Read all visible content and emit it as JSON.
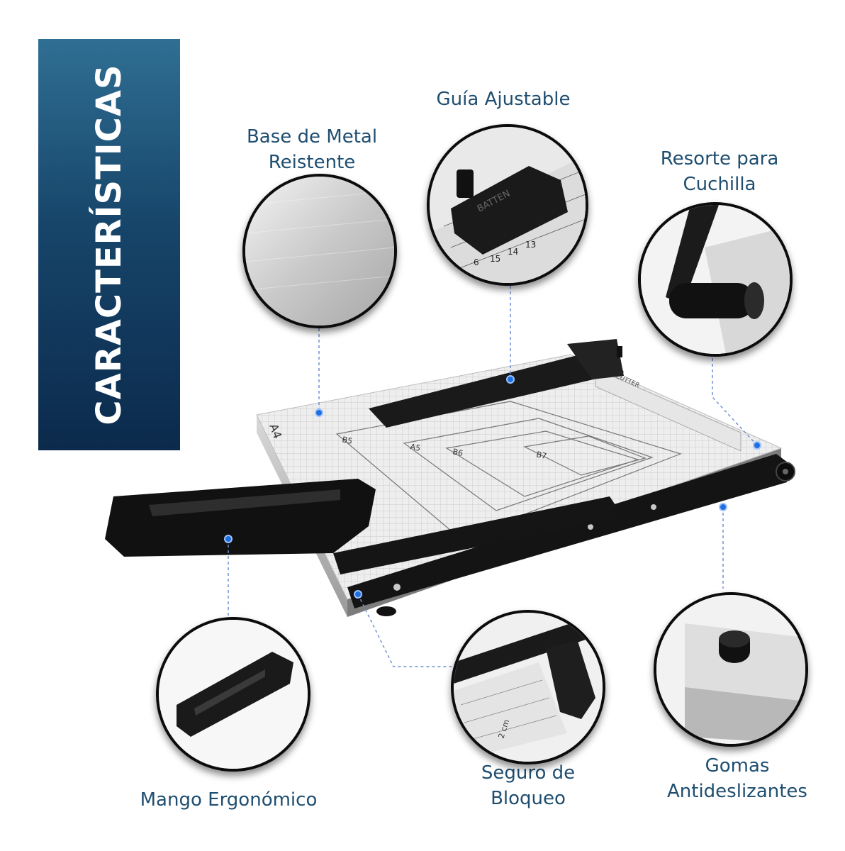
{
  "banner": {
    "title": "CARACTERÍSTICAS",
    "color_top": "#2f6f93",
    "color_bottom": "#0b2a4c"
  },
  "label_color": "#1f4e70",
  "features": {
    "base": {
      "line1": "Base de Metal",
      "line2": "Reistente"
    },
    "guia": {
      "line1": "Guía Ajustable"
    },
    "resorte": {
      "line1": "Resorte para",
      "line2": "Cuchilla"
    },
    "mango": {
      "line1": "Mango Ergonómico"
    },
    "seguro": {
      "line1": "Seguro de",
      "line2": "Bloqueo"
    },
    "gomas": {
      "line1": "Gomas",
      "line2": "Antideslizantes"
    }
  },
  "product_marks": {
    "batten": "BATTEN",
    "sizes": [
      "A4",
      "B5",
      "A5",
      "B6",
      "B7"
    ],
    "cutter": "CUTTER",
    "scale_2cm": "2 cm",
    "scale_numbers": [
      "15",
      "14",
      "13",
      "6"
    ]
  },
  "icons": [
    "cutter-illustration",
    "marker-dot-icon"
  ]
}
